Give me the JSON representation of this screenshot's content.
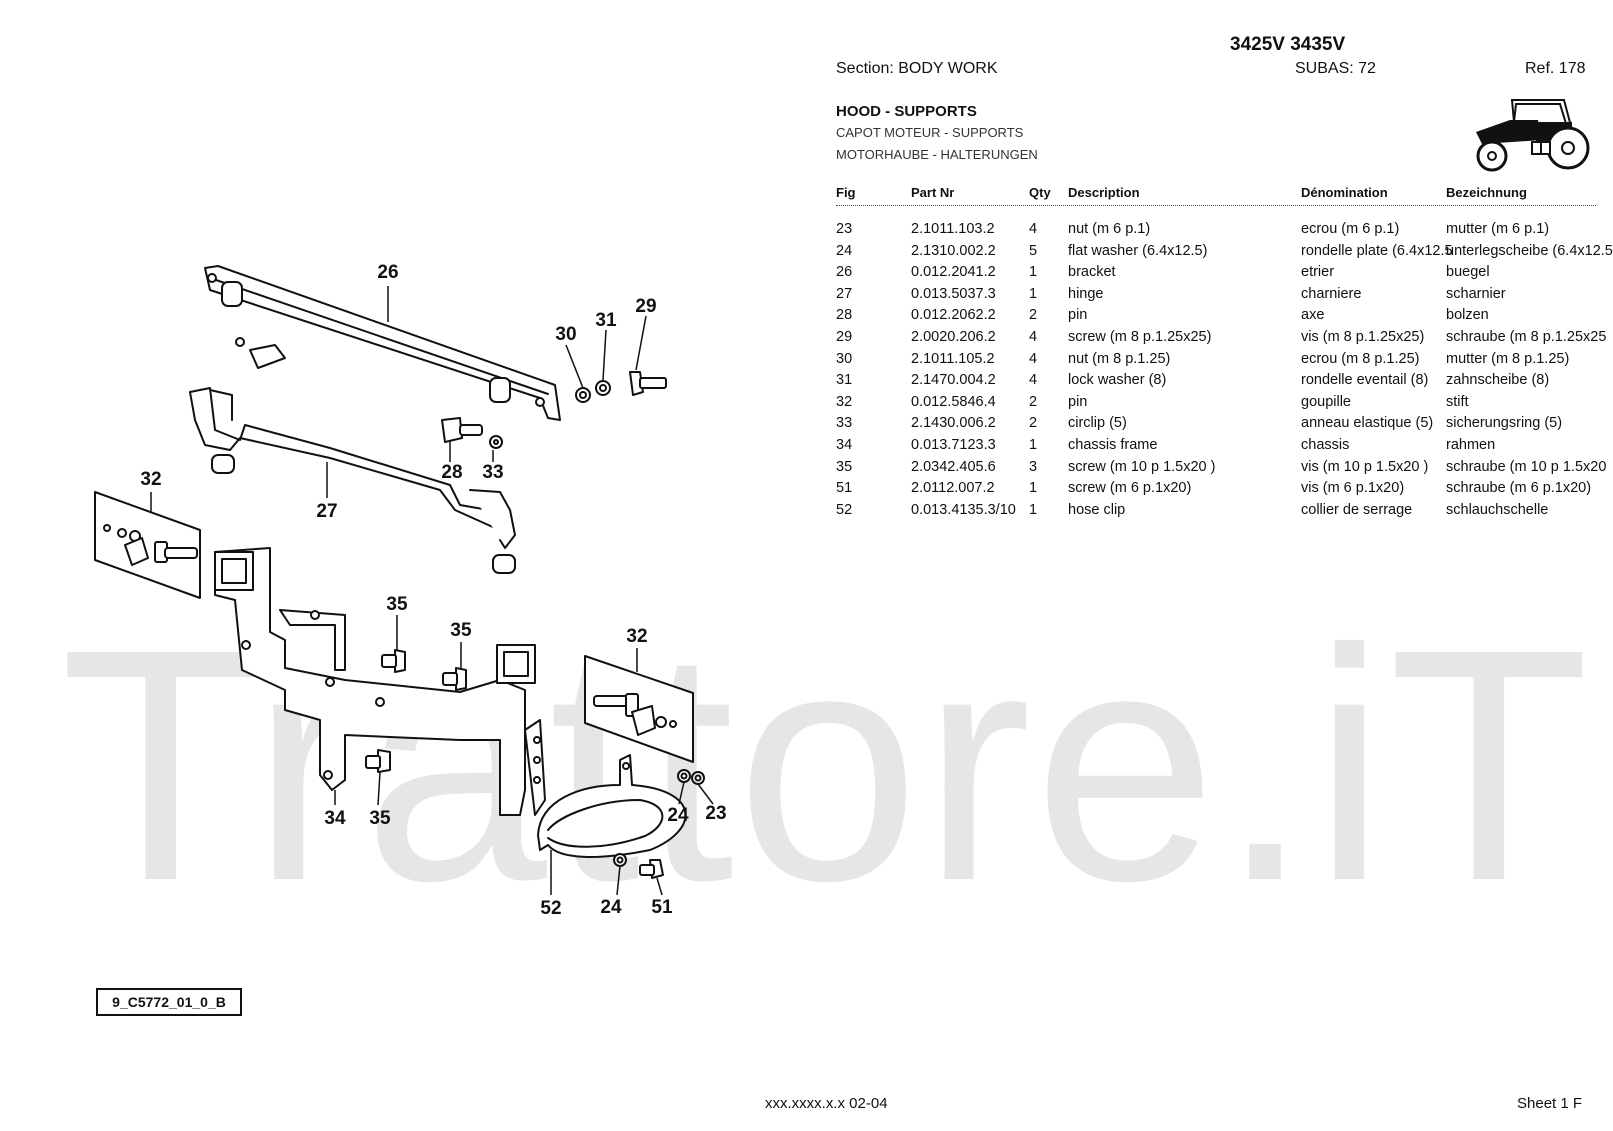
{
  "header": {
    "models": "3425V 3435V",
    "section": "Section: BODY  WORK",
    "subas": "SUBAS: 72",
    "ref": "Ref. 178"
  },
  "title": {
    "en": "HOOD - SUPPORTS",
    "fr": "CAPOT MOTEUR - SUPPORTS",
    "de": "MOTORHAUBE - HALTERUNGEN"
  },
  "table": {
    "headers": [
      "Fig",
      "Part Nr",
      "Qty",
      "Description",
      "Dénomination",
      "Bezeichnung"
    ],
    "rows": [
      [
        "23",
        "2.1011.103.2",
        "4",
        "nut (m 6 p.1)",
        "ecrou (m 6 p.1)",
        "mutter (m 6 p.1)"
      ],
      [
        "24",
        "2.1310.002.2",
        "5",
        "flat washer (6.4x12.5)",
        "rondelle plate (6.4x12.5",
        "unterlegscheibe (6.4x12.5"
      ],
      [
        "26",
        "0.012.2041.2",
        "1",
        "bracket",
        "etrier",
        "buegel"
      ],
      [
        "27",
        "0.013.5037.3",
        "1",
        "hinge",
        "charniere",
        "scharnier"
      ],
      [
        "28",
        "0.012.2062.2",
        "2",
        "pin",
        "axe",
        "bolzen"
      ],
      [
        "29",
        "2.0020.206.2",
        "4",
        "screw (m 8 p.1.25x25)",
        "vis (m 8 p.1.25x25)",
        "schraube (m 8 p.1.25x25"
      ],
      [
        "30",
        "2.1011.105.2",
        "4",
        "nut (m 8 p.1.25)",
        "ecrou (m 8 p.1.25)",
        "mutter (m 8 p.1.25)"
      ],
      [
        "31",
        "2.1470.004.2",
        "4",
        "lock washer (8)",
        "rondelle eventail (8)",
        "zahnscheibe (8)"
      ],
      [
        "32",
        "0.012.5846.4",
        "2",
        "pin",
        "goupille",
        "stift"
      ],
      [
        "33",
        "2.1430.006.2",
        "2",
        "circlip (5)",
        "anneau elastique (5)",
        "sicherungsring (5)"
      ],
      [
        "34",
        "0.013.7123.3",
        "1",
        "chassis frame",
        "chassis",
        "rahmen"
      ],
      [
        "35",
        "2.0342.405.6",
        "3",
        "screw (m 10 p 1.5x20 )",
        "vis (m 10 p 1.5x20 )",
        "schraube (m 10 p 1.5x20"
      ],
      [
        "51",
        "2.0112.007.2",
        "1",
        "screw (m 6 p.1x20)",
        "vis (m 6 p.1x20)",
        "schraube (m 6 p.1x20)"
      ],
      [
        "52",
        "0.013.4135.3/10",
        "1",
        "hose clip",
        "collier de serrage",
        "schlauchschelle"
      ]
    ]
  },
  "diagram": {
    "code": "9_C5772_01_0_B",
    "callouts": [
      "26",
      "30",
      "31",
      "29",
      "28",
      "33",
      "27",
      "32",
      "35",
      "35",
      "32",
      "34",
      "35",
      "24",
      "23",
      "52",
      "24",
      "51"
    ]
  },
  "watermark": "Trattore.iT",
  "footer": {
    "code": "xxx.xxxx.x.x  02-04",
    "sheet": "Sheet 1 F"
  }
}
